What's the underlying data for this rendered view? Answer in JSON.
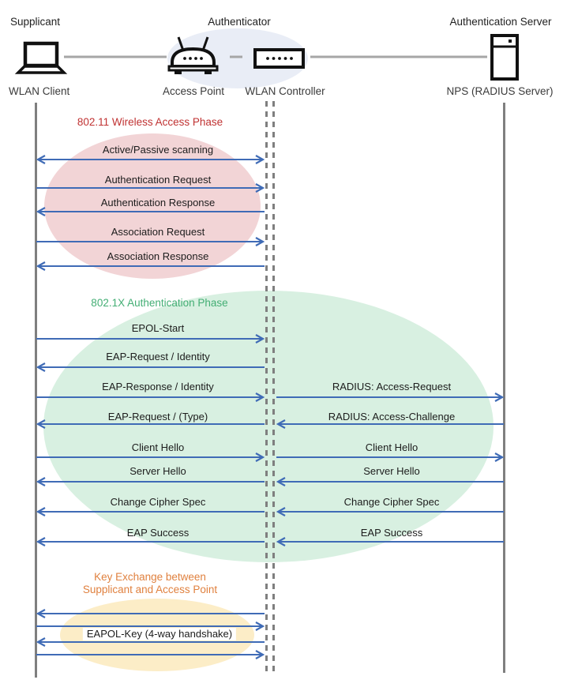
{
  "actors": {
    "supplicant": {
      "role": "Supplicant",
      "device": "WLAN Client"
    },
    "authenticator": {
      "role": "Authenticator",
      "access_point": "Access Point",
      "wlan_controller": "WLAN Controller"
    },
    "auth_server": {
      "role": "Authentication Server",
      "device": "NPS (RADIUS Server)"
    }
  },
  "phases": {
    "p1": {
      "title": "802.11 Wireless Access Phase",
      "title_color": "#C03232",
      "ellipse_color": "#F2D4D6",
      "messages": [
        {
          "label": "Active/Passive scanning",
          "direction": "both"
        },
        {
          "label": "Authentication Request",
          "direction": "right"
        },
        {
          "label": "Authentication Response",
          "direction": "left"
        },
        {
          "label": "Association Request",
          "direction": "right"
        },
        {
          "label": "Association Response",
          "direction": "left"
        }
      ]
    },
    "p2": {
      "title": "802.1X Authentication Phase",
      "title_color": "#43AE74",
      "ellipse_color": "#D8F0E1",
      "left": [
        {
          "label": "EPOL-Start",
          "direction": "right"
        },
        {
          "label": "EAP-Request / Identity",
          "direction": "left"
        },
        {
          "label": "EAP-Response / Identity",
          "direction": "right"
        },
        {
          "label": "EAP-Request / (Type)",
          "direction": "left"
        },
        {
          "label": "Client Hello",
          "direction": "right"
        },
        {
          "label": "Server Hello",
          "direction": "left"
        },
        {
          "label": "Change Cipher Spec",
          "direction": "left"
        },
        {
          "label": "EAP Success",
          "direction": "left"
        }
      ],
      "right": [
        {
          "label": "RADIUS: Access-Request",
          "direction": "right"
        },
        {
          "label": "RADIUS: Access-Challenge",
          "direction": "left"
        },
        {
          "label": "Client Hello",
          "direction": "right"
        },
        {
          "label": "Server Hello",
          "direction": "left"
        },
        {
          "label": "Change Cipher Spec",
          "direction": "left"
        },
        {
          "label": "EAP Success",
          "direction": "left"
        }
      ]
    },
    "p3": {
      "title_line1": "Key Exchange between",
      "title_line2": "Supplicant and Access Point",
      "title_color": "#E0813F",
      "ellipse_color": "#FCEDC7",
      "message": "EAPOL-Key (4-way handshake)",
      "arrow_directions": [
        "left",
        "right",
        "left",
        "right"
      ]
    }
  },
  "colors": {
    "arrow": "#3F6BB6",
    "lifeline": "#7F7F7F",
    "connector": "#A6A6A6",
    "authenticator_ellipse": "#E9EDF6",
    "icon_stroke": "#111111"
  }
}
